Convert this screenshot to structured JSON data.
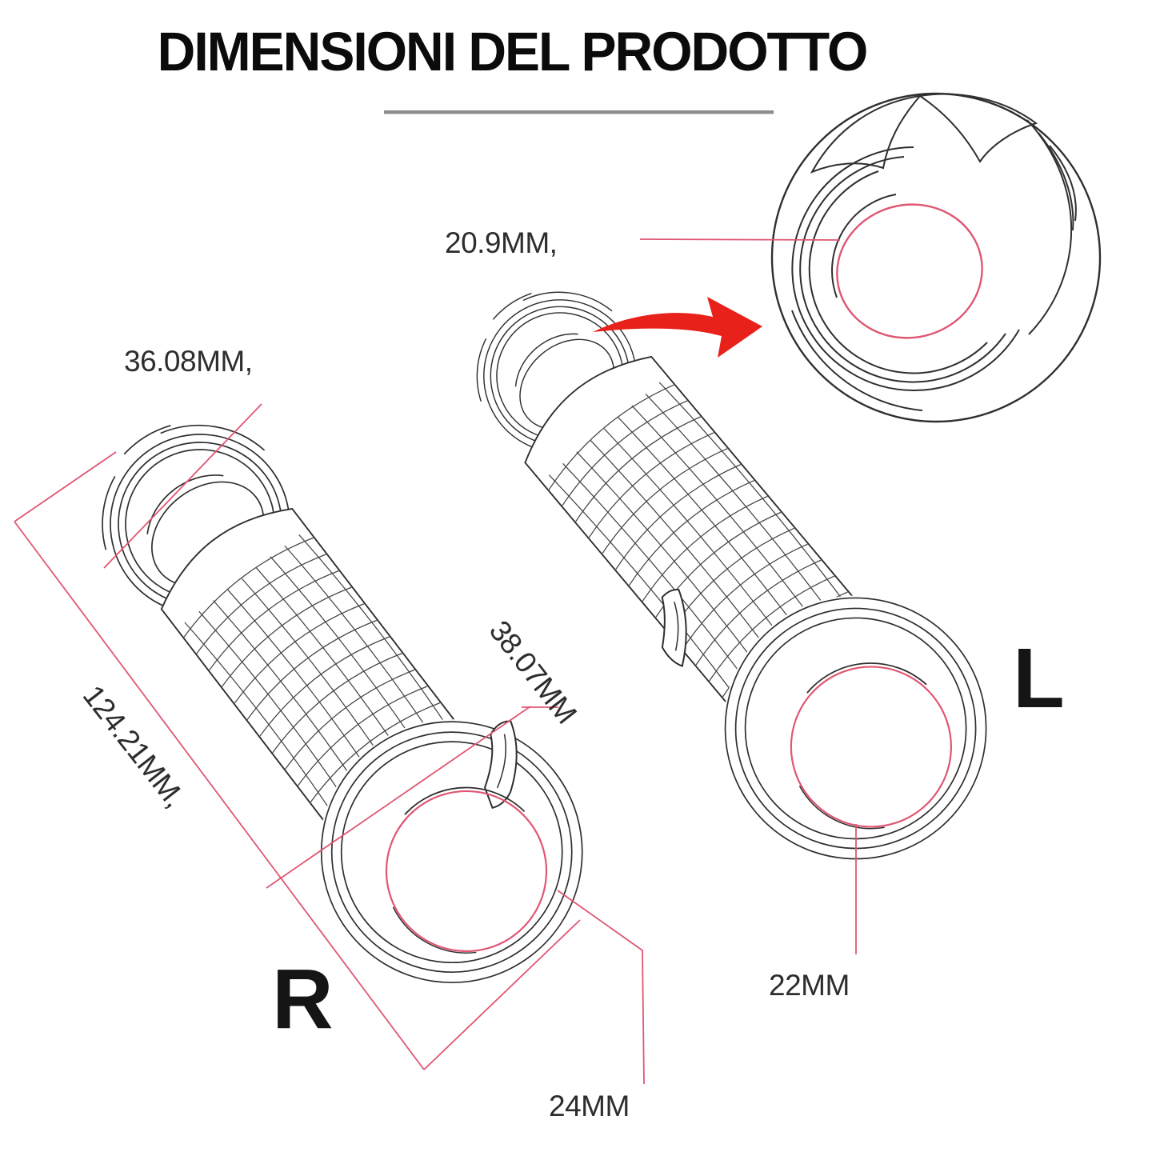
{
  "title": {
    "text": "DIMENSIONI DEL PRODOTTO"
  },
  "dimensions": {
    "detail_bore": "20.9MM,",
    "flange_od": "36.08MM,",
    "overall_length": "124.21MM,",
    "open_end_od": "38.07MM",
    "left_grip_bore": "22MM",
    "right_grip_bore": "24MM"
  },
  "grip_markers": {
    "right": "R",
    "left": "L"
  },
  "colors": {
    "dimension_line": "#e05672",
    "zoom_arrow": "#e8211b",
    "artwork_line": "#2f2f2f",
    "knurl_line": "#454545",
    "divider": "#8d8d8d"
  }
}
